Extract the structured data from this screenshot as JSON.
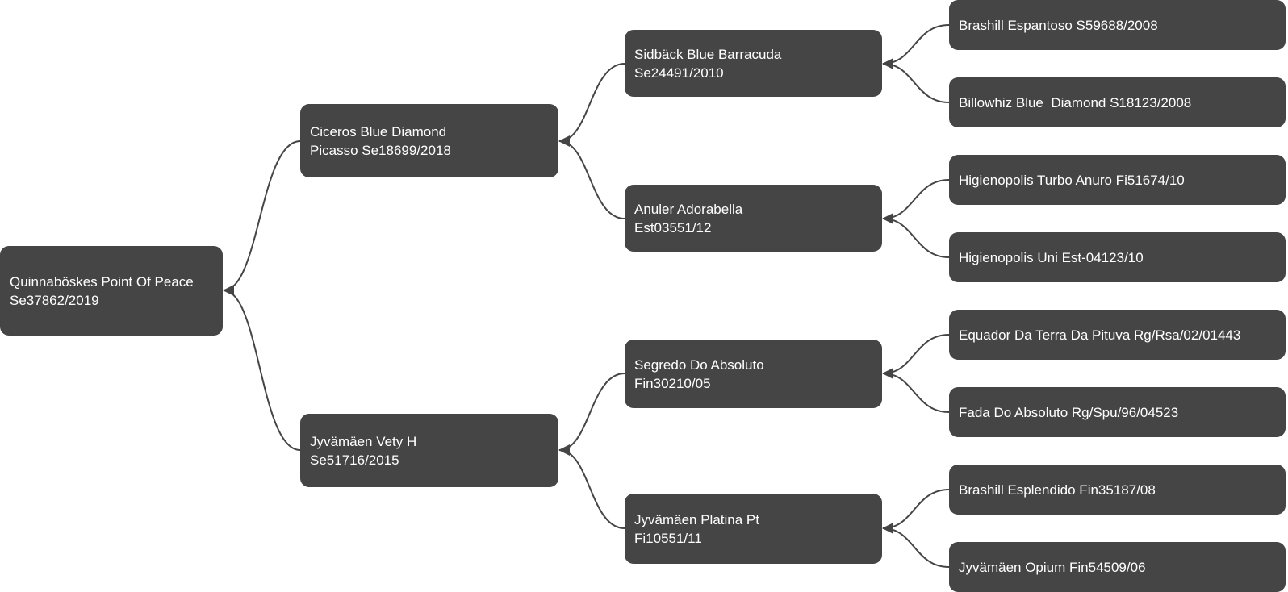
{
  "pedigree": {
    "root": {
      "line1": "Quinnaböskes Point Of Peace",
      "line2": "Se37862/2019"
    },
    "sire": {
      "line1": "Ciceros Blue Diamond",
      "line2": "Picasso Se18699/2018"
    },
    "dam": {
      "line1": "Jyvämäen Vety H",
      "line2": "Se51716/2015"
    },
    "sire_sire": {
      "line1": "Sidbäck Blue Barracuda",
      "line2": "Se24491/2010"
    },
    "sire_dam": {
      "line1": "Anuler Adorabella",
      "line2": "Est03551/12"
    },
    "dam_sire": {
      "line1": "Segredo Do Absoluto",
      "line2": "Fin30210/05"
    },
    "dam_dam": {
      "line1": "Jyvämäen Platina Pt",
      "line2": "Fi10551/11"
    },
    "ggp": [
      "Brashill Espantoso S59688/2008",
      "Billowhiz Blue  Diamond S18123/2008",
      "Higienopolis Turbo Anuro Fi51674/10",
      "Higienopolis Uni Est-04123/10",
      "Equador Da Terra Da Pituva Rg/Rsa/02/01443",
      "Fada Do Absoluto Rg/Spu/96/04523",
      "Brashill Esplendido Fin35187/08",
      "Jyvämäen Opium Fin54509/06"
    ]
  },
  "colors": {
    "node_fill": "#454545",
    "text": "#ffffff",
    "connector": "#454545"
  }
}
